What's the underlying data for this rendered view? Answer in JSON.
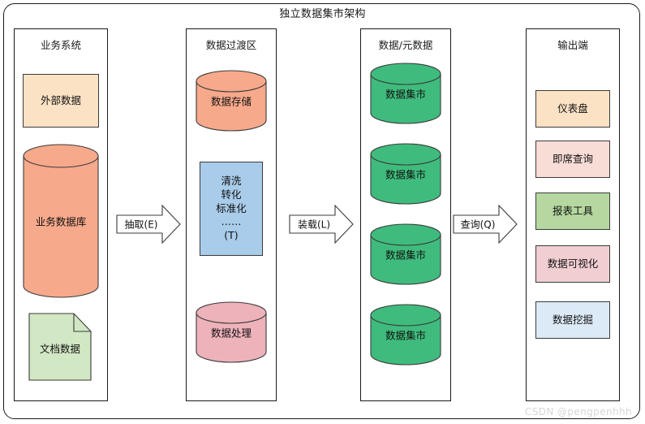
{
  "title": "独立数据集市架构",
  "watermark": "CSDN @pengpenhhh",
  "columns": [
    {
      "id": "business-system",
      "title": "业务系统",
      "nodes": [
        {
          "name": "external-data",
          "shape": "rect",
          "label": "外部数据",
          "color": "#fbe2c4"
        },
        {
          "name": "business-database",
          "shape": "cylinder",
          "label": "业务数据库",
          "color": "#f7a98b"
        },
        {
          "name": "document-data",
          "shape": "document",
          "label": "文档数据",
          "color": "#d2e8c4"
        }
      ]
    },
    {
      "id": "data-staging-area",
      "title": "数据过渡区",
      "nodes": [
        {
          "name": "data-storage",
          "shape": "cylinder",
          "label": "数据存储",
          "color": "#f7a98b"
        },
        {
          "name": "transform-steps",
          "shape": "rect",
          "label": "清洗\n转化\n标准化\n……\n(T)",
          "color": "#a8cce9"
        },
        {
          "name": "data-processing",
          "shape": "cylinder",
          "label": "数据处理",
          "color": "#eeb2bb"
        }
      ]
    },
    {
      "id": "data-metadata",
      "title": "数据/元数据",
      "nodes": [
        {
          "name": "data-mart-1",
          "shape": "cylinder",
          "label": "数据集市",
          "color": "#3fbc7d"
        },
        {
          "name": "data-mart-2",
          "shape": "cylinder",
          "label": "数据集市",
          "color": "#3fbc7d"
        },
        {
          "name": "data-mart-3",
          "shape": "cylinder",
          "label": "数据集市",
          "color": "#3fbc7d"
        },
        {
          "name": "data-mart-4",
          "shape": "cylinder",
          "label": "数据集市",
          "color": "#3fbc7d"
        }
      ]
    },
    {
      "id": "output-side",
      "title": "输出端",
      "nodes": [
        {
          "name": "dashboard",
          "shape": "rect",
          "label": "仪表盘",
          "color": "#fbe2c4"
        },
        {
          "name": "ad-hoc-query",
          "shape": "rect",
          "label": "即席查询",
          "color": "#f8dcd6"
        },
        {
          "name": "reporting-tool",
          "shape": "rect",
          "label": "报表工具",
          "color": "#b6d8a0"
        },
        {
          "name": "data-visualization",
          "shape": "rect",
          "label": "数据可视化",
          "color": "#f0ced2"
        },
        {
          "name": "data-mining",
          "shape": "rect",
          "label": "数据挖掘",
          "color": "#dce9f6"
        }
      ]
    }
  ],
  "arrows": [
    {
      "name": "arrow-extract",
      "label": "抽取(E)"
    },
    {
      "name": "arrow-load",
      "label": "装载(L)"
    },
    {
      "name": "arrow-query",
      "label": "查询(Q)"
    }
  ],
  "colors": {
    "stroke": "#3b3b3b",
    "frame": "#1a1a1a",
    "background": "#ffffff",
    "watermark": "#d6d6d6"
  }
}
